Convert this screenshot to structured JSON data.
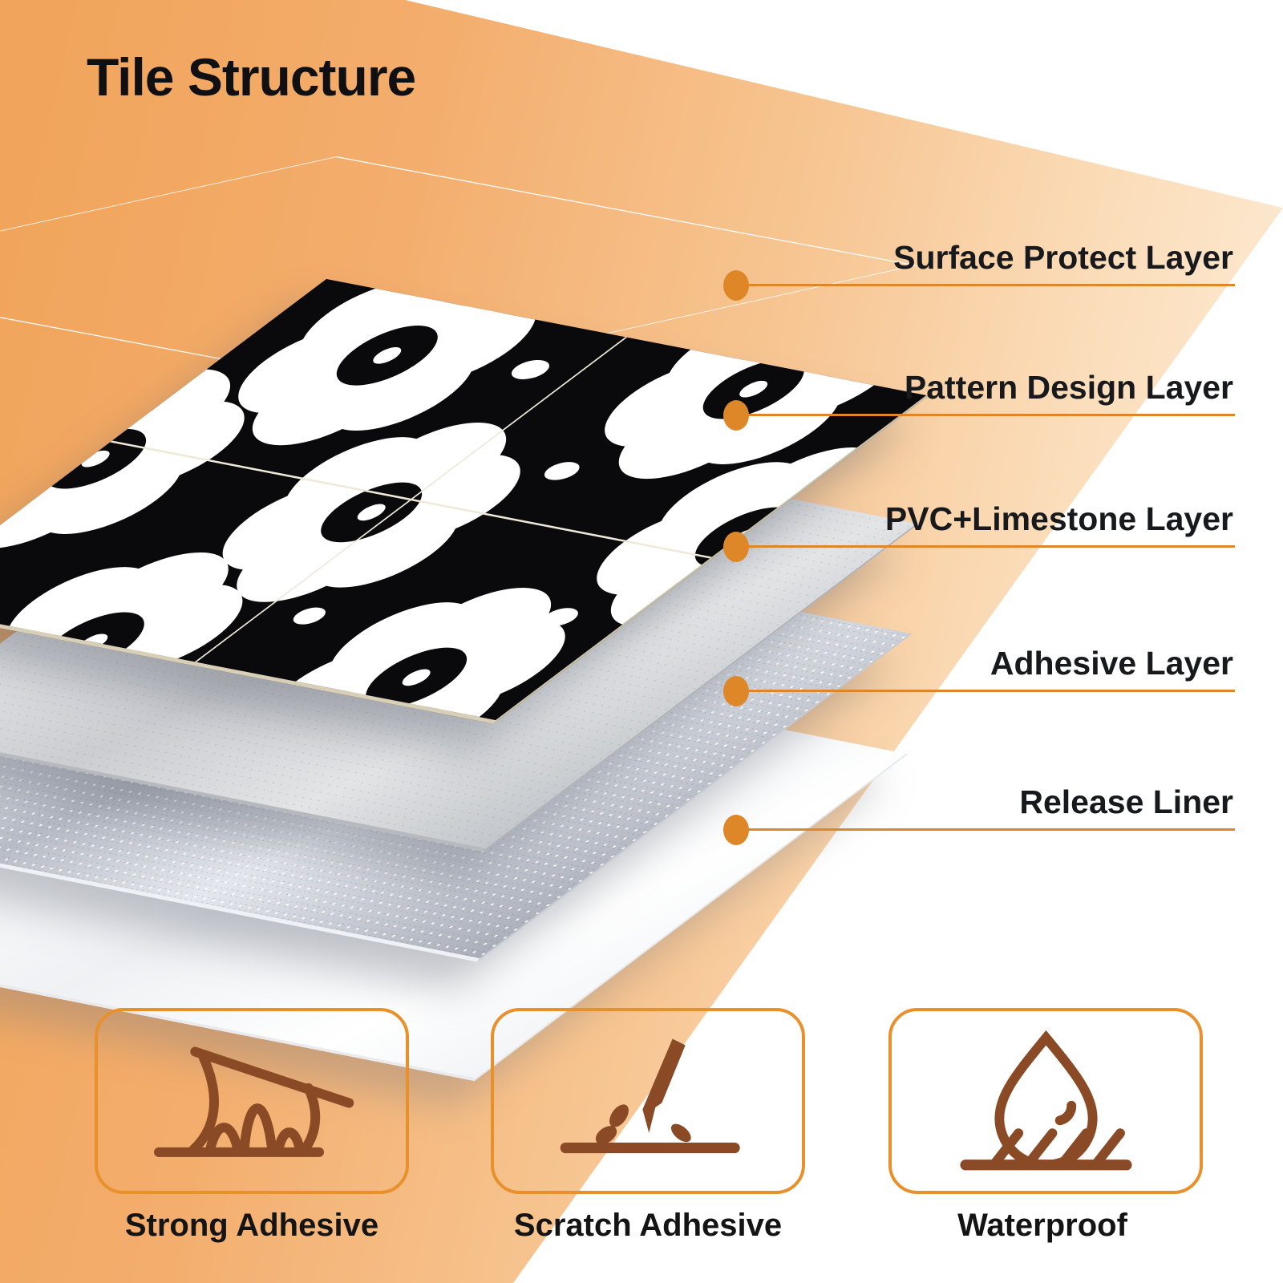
{
  "title": "Tile Structure",
  "diagram": {
    "layers": [
      {
        "name": "Surface Protect Layer",
        "appearance": "transparent-outline-sheet"
      },
      {
        "name": "Pattern Design Layer",
        "appearance": "black-tile-white-flower-pattern"
      },
      {
        "name": "PVC+Limestone Layer",
        "appearance": "grey-speckled-core-sheet"
      },
      {
        "name": "Adhesive Layer",
        "appearance": "silver-glitter-sheet"
      },
      {
        "name": "Release Liner",
        "appearance": "white-liner-sheet"
      }
    ]
  },
  "features": [
    {
      "label": "Strong Adhesive",
      "icon": "peel-strength-icon"
    },
    {
      "label": "Scratch Adhesive",
      "icon": "scratch-blade-icon"
    },
    {
      "label": "Waterproof",
      "icon": "water-droplet-icon"
    }
  ],
  "colors": {
    "background_orange": "#F2A65C",
    "accent_orange_border": "#E8912C",
    "callout_line": "#DE862A",
    "callout_dot": "#DD8728",
    "icon_brown": "#8A4A26",
    "text_dark": "#141414",
    "tile_black": "#0A0A0C"
  }
}
